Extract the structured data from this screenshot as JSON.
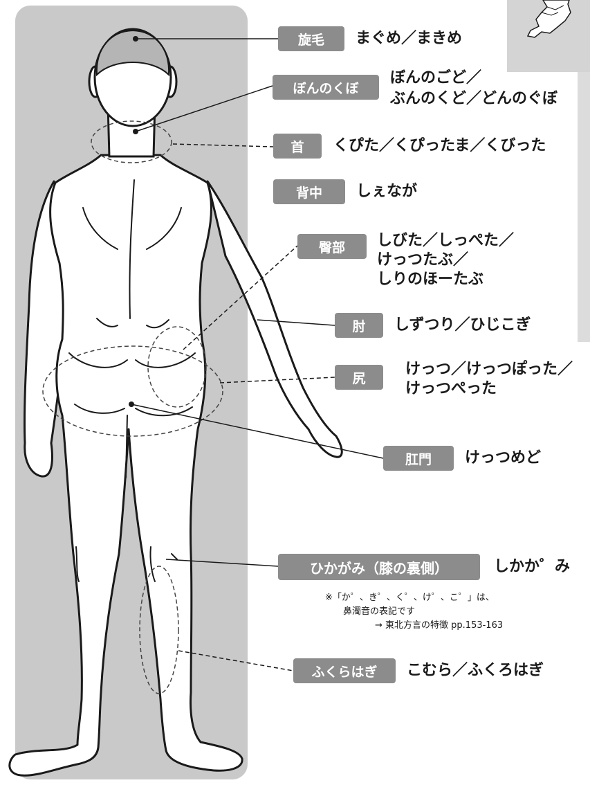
{
  "labels": [
    {
      "term": "旋毛",
      "dialect": "まぐめ／まきめ"
    },
    {
      "term": "ぼんのくぼ",
      "dialect": "ぼんのごど／\nぶんのくど／どんのぐぼ"
    },
    {
      "term": "首",
      "dialect": "くぴた／くぴったま／くびった"
    },
    {
      "term": "背中",
      "dialect": "しぇなが"
    },
    {
      "term": "臀部",
      "dialect": "しびた／しっぺた／\nけっつたぶ／\nしりのほーたぶ"
    },
    {
      "term": "肘",
      "dialect": "しずつり／ひじこぎ"
    },
    {
      "term": "尻",
      "dialect": "けっつ／けっつぽった／\nけっつぺった"
    },
    {
      "term": "肛門",
      "dialect": "けっつめど"
    },
    {
      "term": "ひかがみ（膝の裏側）",
      "dialect": "しかか゜み"
    },
    {
      "term": "ふくらはぎ",
      "dialect": "こむら／ふくろはぎ"
    }
  ],
  "note": {
    "line1": "※「か゜、き゜、く゜、け゜、こ゜」は、",
    "line2": "鼻濁音の表記です",
    "line3": "→ 東北方言の特徴 pp.153-163"
  },
  "colors": {
    "panel": "#c9c9c9",
    "tag": "#8c8c8c",
    "text": "#1a1a1a",
    "figure": "#ffffff"
  }
}
